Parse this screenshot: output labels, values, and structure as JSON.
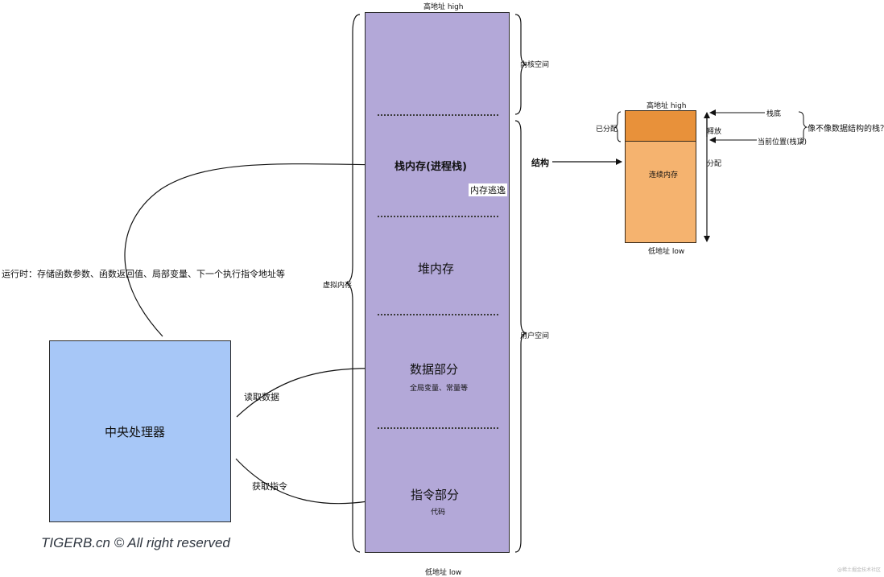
{
  "memory": {
    "top_label": "高地址 high",
    "bottom_label": "低地址 low",
    "side_label": "虚拟内存",
    "kernel_label": "内核空间",
    "user_label": "用户空间",
    "sections": {
      "stack": "栈内存(进程栈)",
      "heap": "堆内存",
      "escape": "内存逃逸",
      "data": "数据部分",
      "data_sub": "全局变量、常量等",
      "code": "指令部分",
      "code_sub": "代码"
    }
  },
  "cpu": {
    "label": "中央处理器",
    "runtime_note": "运行时：存储函数参数、函数返回值、局部变量、下一个执行指令地址等",
    "read_data": "读取数据",
    "fetch_instr": "获取指令"
  },
  "stack_detail": {
    "structure_label": "结构",
    "top_label": "高地址 high",
    "bottom_label": "低地址 low",
    "allocated_label": "已分配",
    "continuous_label": "连续内存",
    "release_label": "释放",
    "allocate_label": "分配",
    "stack_bottom_label": "栈底",
    "current_pos_label": "当前位置(栈顶)",
    "question": "像不像数据结构的栈？"
  },
  "watermark": "TIGERB.cn © All right reserved",
  "corner_mark": "@稀土掘金技术社区",
  "colors": {
    "memory_fill": "#b3a8d8",
    "cpu_fill": "#a7c7f7",
    "stack_fill": "#f5b36f",
    "stack_allocated_fill": "#e8913a"
  }
}
